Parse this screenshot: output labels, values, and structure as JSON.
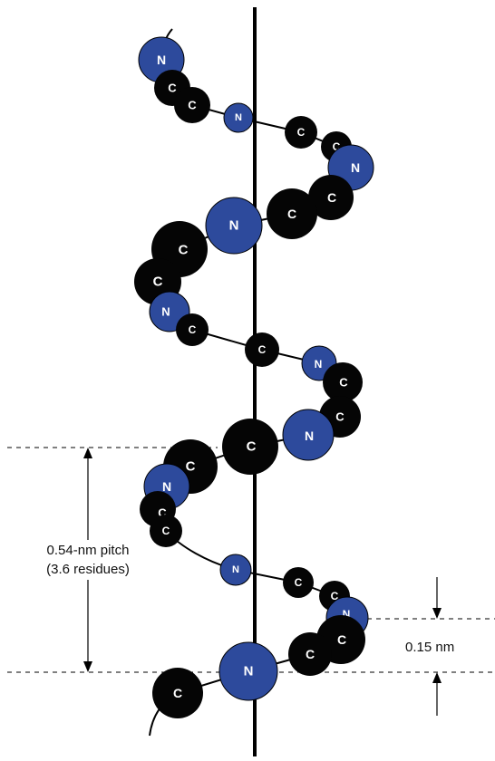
{
  "colors": {
    "carbon": "#050505",
    "nitrogen": "#2d4a9c",
    "axis": "#000000",
    "backbone": "#000000",
    "guide": "#000000",
    "background": "#ffffff"
  },
  "symbols": {
    "carbon": "C",
    "nitrogen": "N"
  },
  "annotations": {
    "pitch_line1": "0.54-nm pitch",
    "pitch_line2": "(3.6 residues)",
    "rise": "0.15 nm"
  }
}
